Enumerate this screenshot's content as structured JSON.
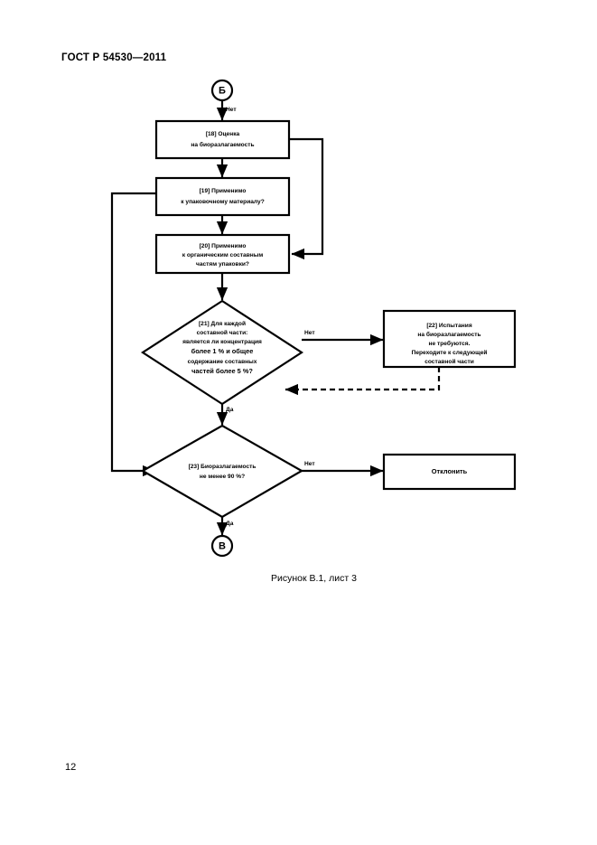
{
  "document": {
    "standard_header": "ГОСТ Р 54530—2011",
    "page_number": "12",
    "figure_caption": "Рисунок В.1, лист 3"
  },
  "flowchart": {
    "connector_top": "Б",
    "connector_bottom": "В",
    "nodes": [
      {
        "id": "n18",
        "type": "process",
        "lines": [
          "[18] Оценка",
          "на биоразлагаемость"
        ]
      },
      {
        "id": "n19",
        "type": "process",
        "lines": [
          "[19] Применимо",
          "к упаковочному материалу?"
        ]
      },
      {
        "id": "n20",
        "type": "process",
        "lines": [
          "[20] Применимо",
          "к органическим составным",
          "частям упаковки?"
        ]
      },
      {
        "id": "n21",
        "type": "decision",
        "lines": [
          "[21] Для каждой",
          "составной части:",
          "является ли концентрация",
          "более 1 % и общее",
          "содержание составных",
          "частей более 5 %?"
        ]
      },
      {
        "id": "n22",
        "type": "process",
        "lines": [
          "[22] Испытания",
          "на биоразлагаемость",
          "не требуются.",
          "Переходите к следующей",
          "составной части"
        ]
      },
      {
        "id": "n23",
        "type": "decision",
        "lines": [
          "[23] Биоразлагаемость",
          "не менее 90 %?"
        ]
      },
      {
        "id": "n24",
        "type": "terminator",
        "lines": [
          "Отклонить"
        ]
      }
    ],
    "edge_labels": {
      "top_no": "Нет",
      "d21_no": "Нет",
      "d21_yes": "Да",
      "d23_no": "Нет",
      "d23_yes": "Да"
    },
    "colors": {
      "stroke": "#000000",
      "fill": "#ffffff",
      "text": "#000000"
    }
  }
}
